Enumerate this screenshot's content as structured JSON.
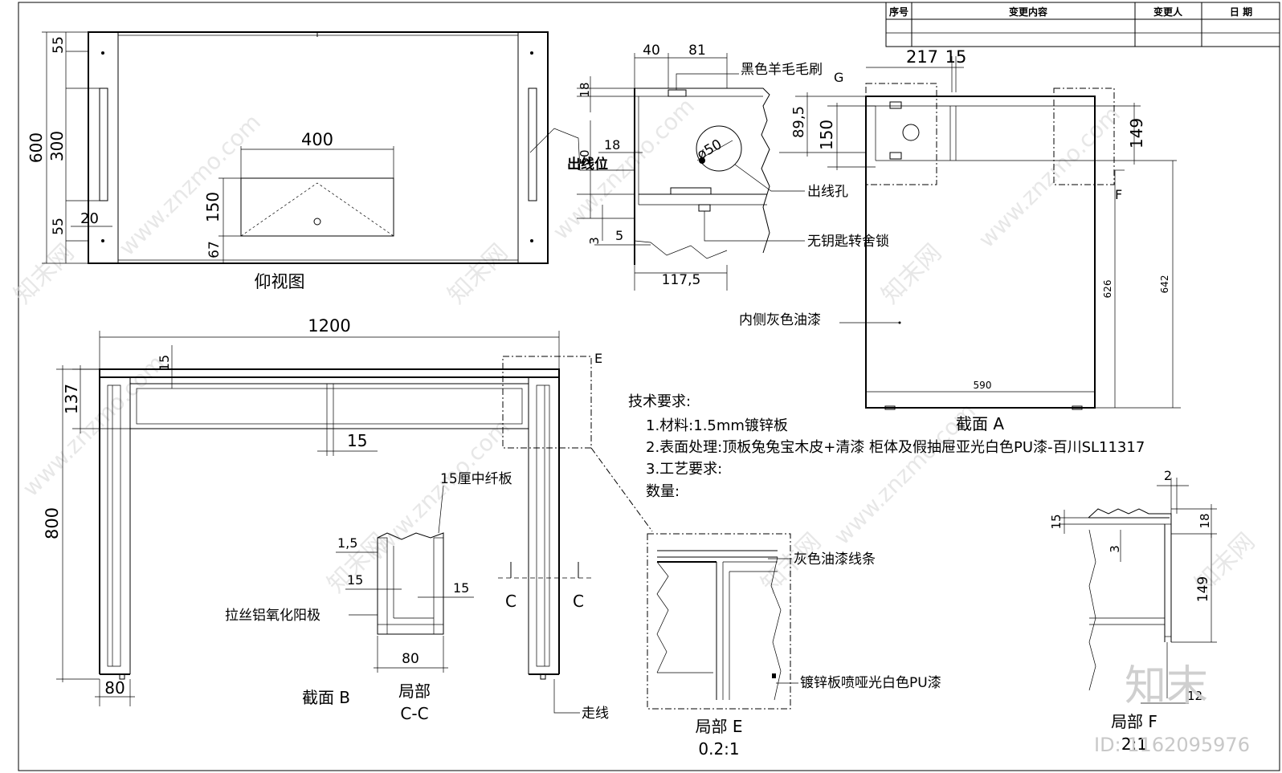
{
  "revision_table": {
    "headers": [
      "序号",
      "变更内容",
      "变更人",
      "日 期"
    ]
  },
  "bottom_view": {
    "title": "仰视图",
    "dims": {
      "d55_top": "55",
      "d300": "300",
      "d600": "600",
      "d55_bot": "55",
      "d20": "20",
      "d400": "400",
      "d150": "150",
      "d67": "67"
    }
  },
  "detail_top": {
    "dims": {
      "d40": "40",
      "d81": "81",
      "d18a": "18",
      "d50": "50",
      "d18b": "18",
      "d3": "3",
      "d5": "5",
      "d117": "117,5"
    },
    "labels": {
      "brush": "黑色羊毛毛刷",
      "outlet_pos": "出线位",
      "outlet_hole": "出线孔",
      "lock": "无钥匙转舍锁",
      "circle": "ø50"
    }
  },
  "section_a": {
    "title": "截面  A",
    "dims": {
      "d217": "217",
      "d15": "15",
      "d89": "89,5",
      "d150": "150",
      "d149": "149",
      "d626": "626",
      "d642": "642",
      "d590": "590"
    },
    "labels": {
      "g": "G",
      "f": "F",
      "inner_paint": "内侧灰色油漆"
    }
  },
  "section_b": {
    "title": "截面  B",
    "dims": {
      "d1200": "1200",
      "d15a": "15",
      "d137": "137",
      "d15b": "15",
      "d800": "800",
      "d80": "80"
    },
    "labels": {
      "e": "E",
      "wire": "走线",
      "c_left": "C",
      "c_right": "C"
    }
  },
  "detail_cc": {
    "title": "局部",
    "subtitle": "C-C",
    "dims": {
      "d1_5": "1,5",
      "d15a": "15",
      "d15b": "15",
      "d80": "80"
    },
    "labels": {
      "mdf": "15厘中纤板",
      "alu": "拉丝铝氧化阳极"
    }
  },
  "detail_e": {
    "title": "局部  E",
    "scale": "0.2:1",
    "labels": {
      "grey_line": "灰色油漆线条",
      "galv": "镀锌板喷哑光白色PU漆"
    }
  },
  "detail_f": {
    "title": "局部  F",
    "scale": "2:1",
    "dims": {
      "d2": "2",
      "d15": "15",
      "d18": "18",
      "d3": "3",
      "d149": "149",
      "d12": "12"
    }
  },
  "tech": {
    "title": "技术要求:",
    "items": [
      "1.材料:1.5mm镀锌板",
      "2.表面处理:顶板兔兔宝木皮+清漆   柜体及假抽屉亚光白色PU漆-百川SL11317",
      "3.工艺要求:",
      "数量:"
    ]
  },
  "watermark": {
    "site": "www.znzmo.com",
    "brand": "知末",
    "brand_net": "知末网",
    "id": "ID: 1162095976"
  }
}
